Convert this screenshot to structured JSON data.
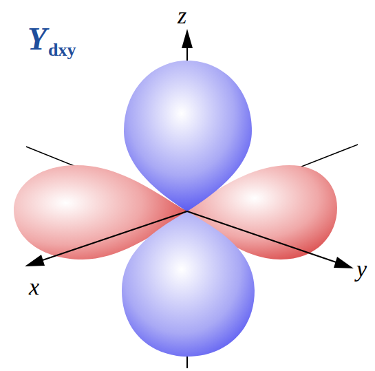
{
  "diagram": {
    "title": "Y",
    "labels": [
      "dxy",
      "z",
      "x",
      "y"
    ]
  }
}
